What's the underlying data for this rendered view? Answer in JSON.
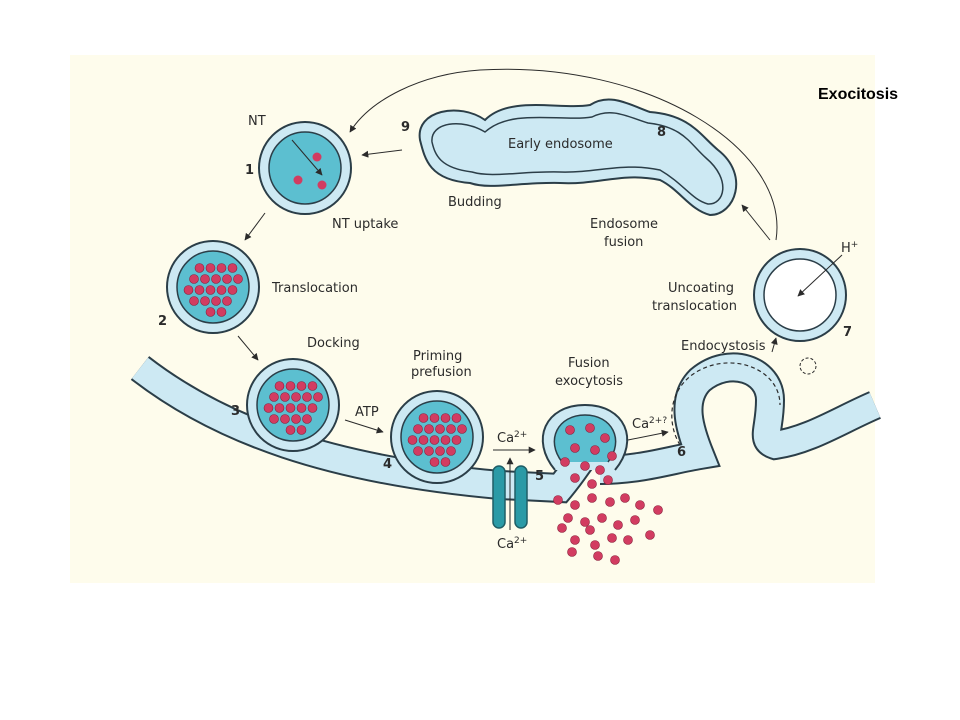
{
  "title": "Exocitosis",
  "colors": {
    "panel_bg": "#fefcec",
    "membrane": "#cde9f3",
    "lumen": "#5cbfd0",
    "outline": "#2b3e48",
    "vesicle_particle": "#d23c61",
    "channel": "#2a9aa6"
  },
  "steps": [
    {
      "number": "1",
      "label": "NT uptake"
    },
    {
      "number": "2",
      "label": "Translocation"
    },
    {
      "number": "3",
      "label": "Docking"
    },
    {
      "number": "4",
      "label": "ATP"
    },
    {
      "number": "5",
      "label": "Ca 2+"
    },
    {
      "number": "6",
      "label": "Ca 2+ ?"
    },
    {
      "number": "7",
      "label": "Endocystosis"
    },
    {
      "number": "8",
      "label": "Endosome fusion"
    },
    {
      "number": "9",
      "label": "Budding"
    }
  ],
  "labels": {
    "nt": "NT",
    "nt_uptake": "NT uptake",
    "translocation": "Translocation",
    "docking": "Docking",
    "atp": "ATP",
    "priming_line1": "Priming",
    "priming_line2": "prefusion",
    "fusion_line1": "Fusion",
    "fusion_line2": "exocytosis",
    "ca_top_base": "Ca",
    "ca_top_sup": "2+",
    "ca_bottom_base": "Ca",
    "ca_bottom_sup": "2+",
    "ca_q_base": "Ca",
    "ca_q_sup": "2+?",
    "endocystosis": "Endocystosis",
    "uncoating_line1": "Uncoating",
    "uncoating_line2": "translocation",
    "h_base": "H",
    "h_sup": "+",
    "endosome_fusion_line1": "Endosome",
    "endosome_fusion_line2": "fusion",
    "budding": "Budding",
    "early_endosome": "Early endosome",
    "n1": "1",
    "n2": "2",
    "n3": "3",
    "n4": "4",
    "n5": "5",
    "n6": "6",
    "n7": "7",
    "n8": "8",
    "n9": "9"
  }
}
